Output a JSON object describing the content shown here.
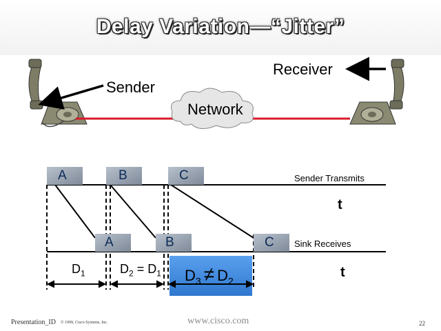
{
  "title": "Delay Variation—“Jitter”",
  "labels": {
    "sender": "Sender",
    "receiver": "Receiver",
    "network": "Network",
    "sender_transmits": "Sender Transmits",
    "sink_receives": "Sink Receives",
    "time_top": "t",
    "time_bottom": "t"
  },
  "packets_sent": [
    "A",
    "B",
    "C"
  ],
  "packets_received": [
    "A",
    "B",
    "C"
  ],
  "delays": {
    "d1": "D",
    "d1_sub": "1",
    "d2_eq_a": "D",
    "d2_eq_a_sub": "2",
    "d2_eq_mid": " = ",
    "d2_eq_b": "D",
    "d2_eq_b_sub": "1",
    "d3_a": "D",
    "d3_a_sub": "3",
    "d3_ne": "≠",
    "d3_b": "D",
    "d3_b_sub": "2"
  },
  "footer": {
    "presentation_id": "Presentation_ID",
    "copyright": "© 1999, Cisco Systems, Inc.",
    "website": "www.cisco.com",
    "page": "22"
  },
  "colors": {
    "packet_box": "#9ea7b5",
    "highlight": "#4a90e2",
    "network_line": "#d91a2a",
    "phone_body": "#8a8a72"
  }
}
